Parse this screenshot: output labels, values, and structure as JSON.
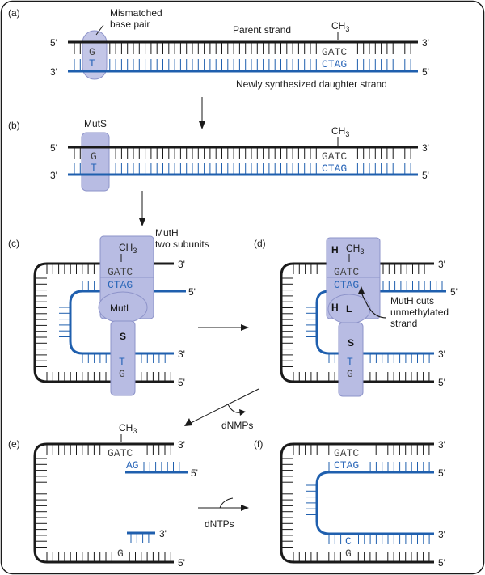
{
  "panels": {
    "a": {
      "label": "(a)",
      "mismatch_label_1": "Mismatched",
      "mismatch_label_2": "base pair",
      "parent_label": "Parent strand",
      "daughter_label": "Newly synthesized daughter strand",
      "top_5": "5'",
      "top_3": "3'",
      "bot_3": "3'",
      "bot_5": "5'",
      "ch3": "CH",
      "ch3_sub": "3",
      "seq_top": "GATC",
      "seq_bot": "CTAG",
      "mm_top": "G",
      "mm_bot": "T"
    },
    "b": {
      "label": "(b)",
      "muts_label": "MutS",
      "top_5": "5'",
      "top_3": "3'",
      "bot_3": "3'",
      "bot_5": "5'",
      "ch3": "CH",
      "ch3_sub": "3",
      "seq_top": "GATC",
      "seq_bot": "CTAG",
      "mm_top": "G",
      "mm_bot": "T"
    },
    "c": {
      "label": "(c)",
      "muth_label_1": "MutH",
      "muth_label_2": "two subunits",
      "ch3": "CH",
      "ch3_sub": "3",
      "seq_top": "GATC",
      "seq_bot": "CTAG",
      "mutl_label": "MutL",
      "s_label": "S",
      "mm_top": "T",
      "mm_bot": "G",
      "end_3a": "3'",
      "end_5a": "5'",
      "end_3b": "3'",
      "end_5b": "5'"
    },
    "d": {
      "label": "(d)",
      "h_top": "H",
      "h_bot": "H",
      "ch3": "CH",
      "ch3_sub": "3",
      "seq_top": "GATC",
      "seq_bot": "CTAG",
      "l_label": "L",
      "s_label": "S",
      "cut_label_1": "MutH cuts",
      "cut_label_2": "unmethylated",
      "cut_label_3": "strand",
      "mm_top": "T",
      "mm_bot": "G",
      "end_3a": "3'",
      "end_5a": "5'",
      "end_3b": "3'",
      "end_5b": "5'"
    },
    "e": {
      "label": "(e)",
      "ch3": "CH",
      "ch3_sub": "3",
      "seq_top": "GATC",
      "seq_bot": "AG",
      "g_label": "G",
      "dnmps": "dNMPs",
      "end_3a": "3'",
      "end_5a": "5'",
      "end_3b": "3'",
      "end_5b": "5'"
    },
    "f": {
      "label": "(f)",
      "seq_top": "GATC",
      "seq_bot": "CTAG",
      "c_label": "C",
      "g_label": "G",
      "dntps": "dNTPs",
      "end_3a": "3'",
      "end_5a": "5'",
      "end_3b": "3'",
      "end_5b": "5'"
    }
  }
}
